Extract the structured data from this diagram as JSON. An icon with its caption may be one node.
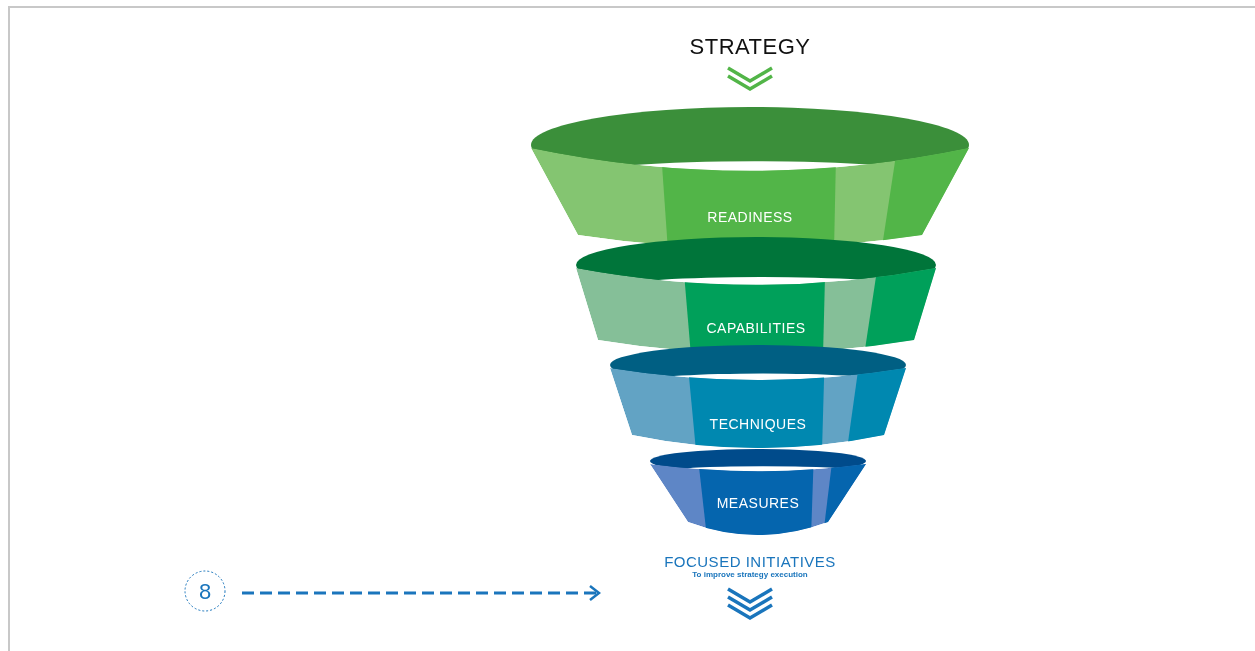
{
  "diagram": {
    "nodes": [
      {
        "text": [
          "STRATEGY"
        ]
      },
      {
        "text": [
          "READINESS"
        ]
      },
      {
        "text": [
          "CAPABILITIES"
        ]
      },
      {
        "text": [
          "TECHNIQUES"
        ]
      },
      {
        "text": [
          "MEASURES"
        ]
      },
      {
        "text": [
          "FOCUSED INITIATIVES",
          "To improve strategy execution"
        ]
      },
      {
        "text": [
          "8"
        ]
      }
    ],
    "edges": [
      {
        "from": 0,
        "to": 1,
        "arrow": "to",
        "color": "#52b548"
      },
      {
        "from": 6,
        "to": null,
        "arrow": "to",
        "style": "dashed"
      },
      {
        "from": 5,
        "to": null,
        "arrow": "to"
      }
    ]
  }
}
